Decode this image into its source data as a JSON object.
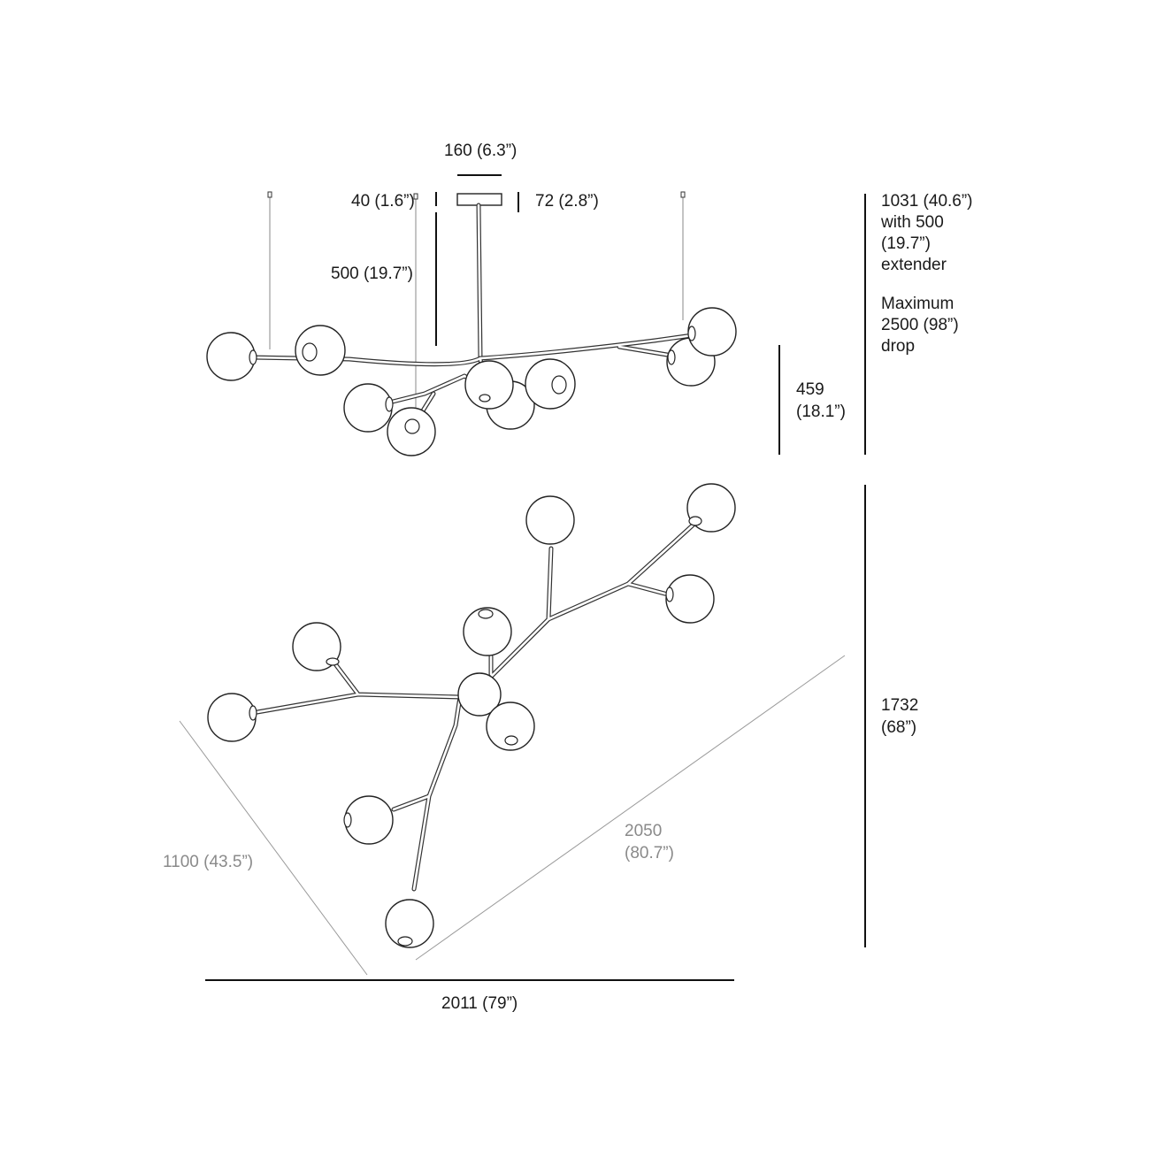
{
  "side_view": {
    "canopy_width": "160 (6.3”)",
    "canopy_left": "40 (1.6”)",
    "canopy_right": "72 (2.8”)",
    "extender": "500 (19.7”)",
    "body_height": [
      "459",
      "(18.1”)"
    ],
    "overall": [
      "1031 (40.6”)",
      "with 500",
      "(19.7”)",
      "extender"
    ],
    "max_drop": [
      "Maximum",
      "2500 (98”)",
      "drop"
    ]
  },
  "top_view": {
    "depth": [
      "1732",
      "(68”)"
    ],
    "diagonal_short": "1100 (43.5”)",
    "diagonal_long": [
      "2050",
      "(80.7”)"
    ],
    "width": "2011 (79”)"
  },
  "colors": {
    "line": "#111111",
    "secondary": "#8a8a8a"
  }
}
